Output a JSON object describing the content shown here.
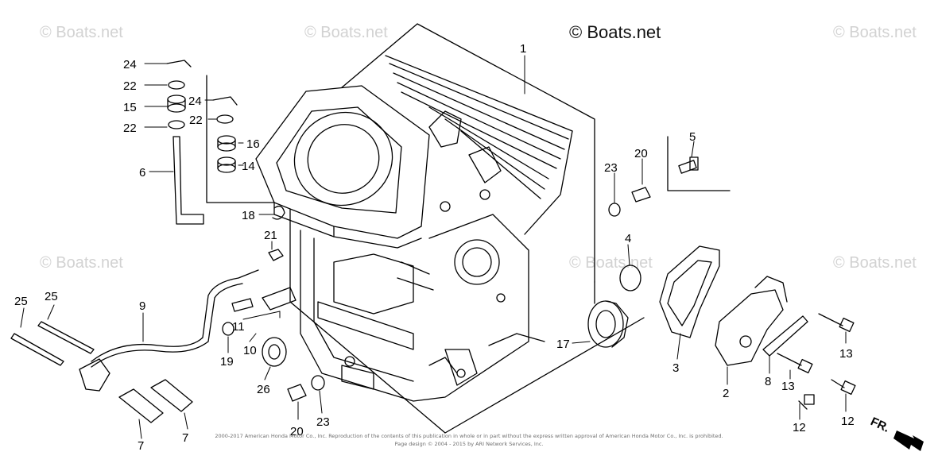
{
  "watermarks": [
    "© Boats.net",
    "© Boats.net",
    "© Boats.net",
    "© Boats.net",
    "© Boats.net",
    "© Boats.net"
  ],
  "brand": "© Boats.net",
  "copyright_line_1": "2000-2017 American Honda Motor Co., Inc. Reproduction of the contents of this publication in whole or in part without the express written approval of American Honda Motor Co., Inc. is prohibited.",
  "copyright_line_2": "Page design © 2004 - 2015 by ARI Network Services, Inc.",
  "direction_label": "FR.",
  "callouts": [
    "1",
    "2",
    "3",
    "4",
    "5",
    "6",
    "7",
    "7",
    "8",
    "9",
    "10",
    "11",
    "12",
    "12",
    "13",
    "13",
    "14",
    "15",
    "16",
    "17",
    "18",
    "19",
    "20",
    "20",
    "21",
    "22",
    "22",
    "22",
    "23",
    "23",
    "24",
    "24",
    "25",
    "25",
    "26"
  ]
}
